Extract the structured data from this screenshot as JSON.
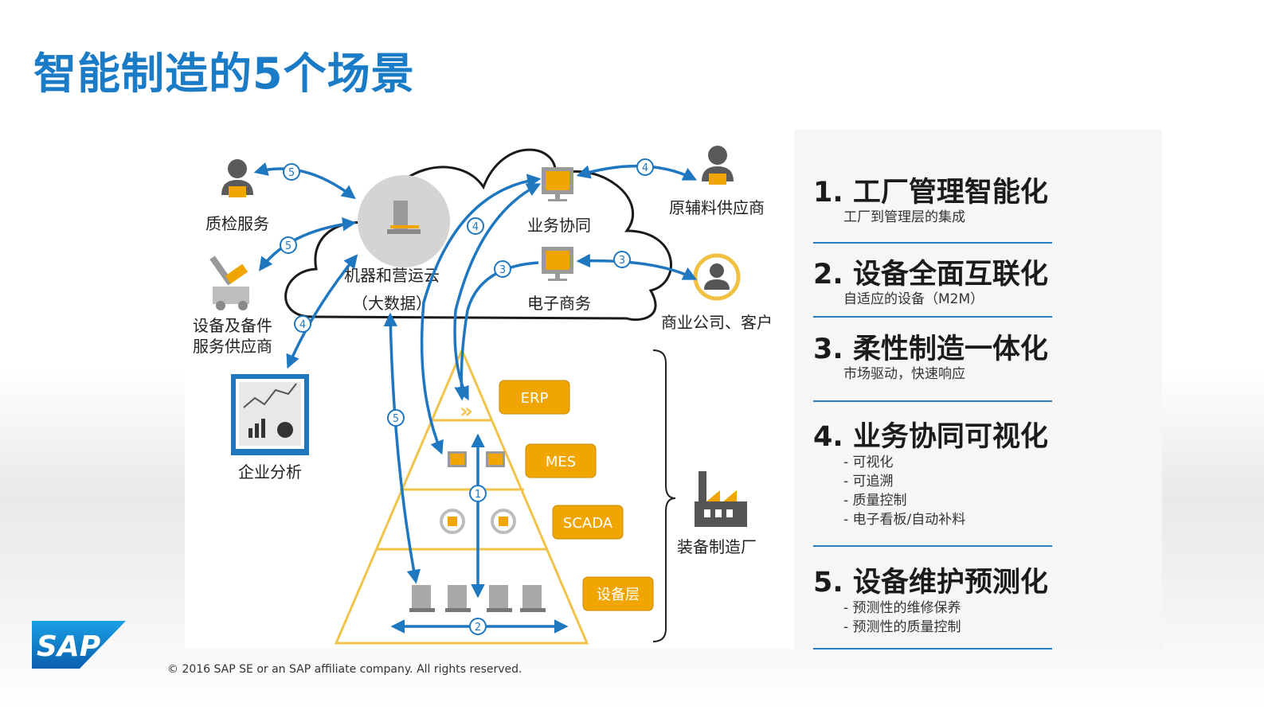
{
  "title": "智能制造的5个场景",
  "diagram": {
    "cloud_labels": {
      "machine_line1": "机器和营运云",
      "machine_line2": "（大数据）",
      "business_collab": "业务协同",
      "ecommerce": "电子商务"
    },
    "actors": {
      "quality_service": "质检服务",
      "equipment_supplier_line1": "设备及备件",
      "equipment_supplier_line2": "服务供应商",
      "raw_material_supplier": "原辅料供应商",
      "business_customer": "商业公司、客户",
      "enterprise_analysis": "企业分析",
      "equipment_factory": "装备制造厂"
    },
    "layers": [
      "ERP",
      "MES",
      "SCADA",
      "设备层"
    ],
    "markers": {
      "m1": "1",
      "m2": "2",
      "m3": "3",
      "m4": "4",
      "m5": "5"
    },
    "colors": {
      "blue_arrow": "#1f77c0",
      "gold": "#f0a500",
      "pyramid_outline": "#f2c34a"
    }
  },
  "scenarios": [
    {
      "title": "1. 工厂管理智能化",
      "subtitle": "工厂到管理层的集成"
    },
    {
      "title": "2. 设备全面互联化",
      "subtitle": "自适应的设备（M2M）"
    },
    {
      "title": "3. 柔性制造一体化",
      "subtitle": "市场驱动，快速响应"
    },
    {
      "title": "4. 业务协同可视化",
      "bullets": [
        "- 可视化",
        "- 可追溯",
        "- 质量控制",
        "- 电子看板/自动补料"
      ]
    },
    {
      "title": "5. 设备维护预测化",
      "bullets": [
        "- 预测性的维修保养",
        "- 预测性的质量控制"
      ]
    }
  ],
  "logo": "SAP",
  "footer": "©  2016 SAP SE or an SAP affiliate company. All rights reserved."
}
